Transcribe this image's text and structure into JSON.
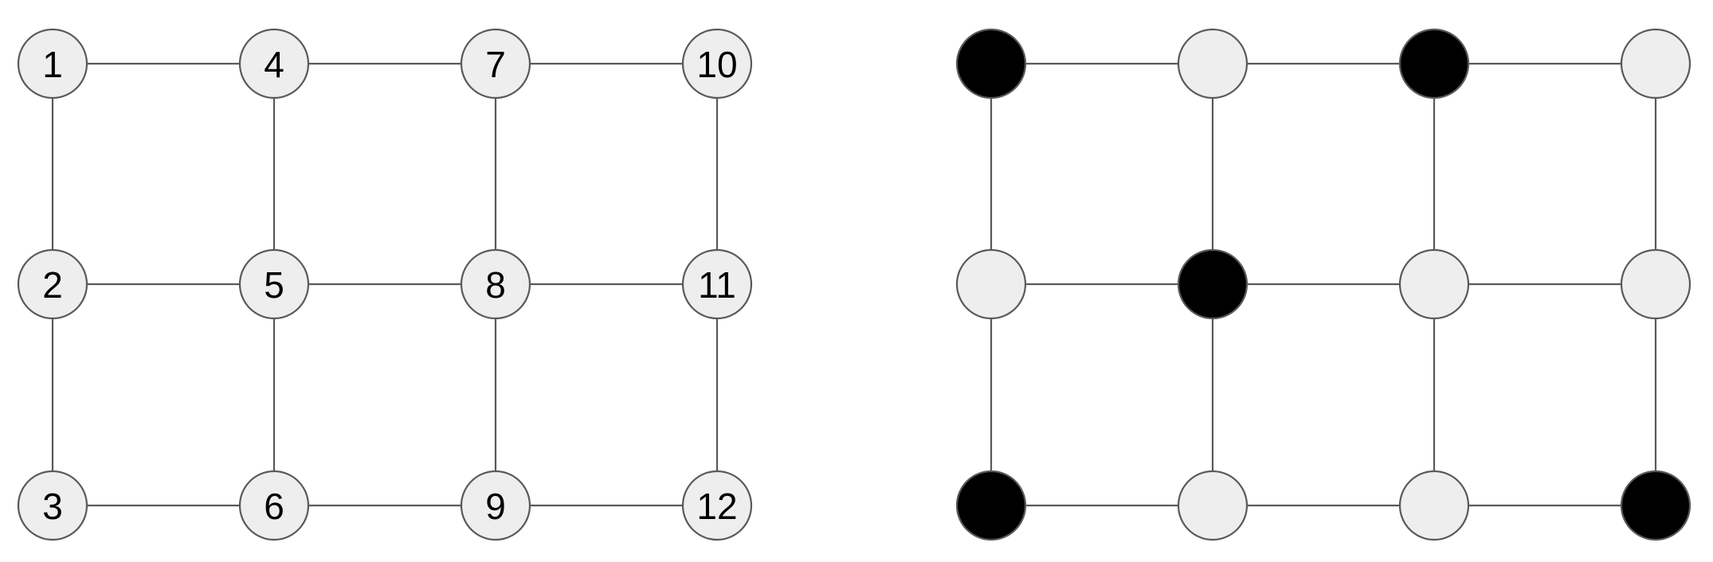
{
  "colors": {
    "edge": "#595959",
    "node_fill_light": "#eeeeee",
    "node_fill_dark": "#000000",
    "node_stroke": "#595959"
  },
  "left_graph": {
    "nodes": [
      {
        "id": 1,
        "label": "1"
      },
      {
        "id": 2,
        "label": "2"
      },
      {
        "id": 3,
        "label": "3"
      },
      {
        "id": 4,
        "label": "4"
      },
      {
        "id": 5,
        "label": "5"
      },
      {
        "id": 6,
        "label": "6"
      },
      {
        "id": 7,
        "label": "7"
      },
      {
        "id": 8,
        "label": "8"
      },
      {
        "id": 9,
        "label": "9"
      },
      {
        "id": 10,
        "label": "10"
      },
      {
        "id": 11,
        "label": "11"
      },
      {
        "id": 12,
        "label": "12"
      }
    ],
    "edges": [
      [
        1,
        4
      ],
      [
        4,
        7
      ],
      [
        7,
        10
      ],
      [
        2,
        5
      ],
      [
        5,
        8
      ],
      [
        8,
        11
      ],
      [
        3,
        6
      ],
      [
        6,
        9
      ],
      [
        9,
        12
      ],
      [
        1,
        2
      ],
      [
        2,
        3
      ],
      [
        4,
        5
      ],
      [
        5,
        6
      ],
      [
        7,
        8
      ],
      [
        8,
        9
      ],
      [
        10,
        11
      ],
      [
        11,
        12
      ]
    ]
  },
  "right_graph": {
    "nodes": [
      {
        "id": 1,
        "filled": true
      },
      {
        "id": 2,
        "filled": false
      },
      {
        "id": 3,
        "filled": true
      },
      {
        "id": 4,
        "filled": false
      },
      {
        "id": 5,
        "filled": true
      },
      {
        "id": 6,
        "filled": false
      },
      {
        "id": 7,
        "filled": true
      },
      {
        "id": 8,
        "filled": false
      },
      {
        "id": 9,
        "filled": false
      },
      {
        "id": 10,
        "filled": false
      },
      {
        "id": 11,
        "filled": false
      },
      {
        "id": 12,
        "filled": true
      }
    ],
    "edges": [
      [
        1,
        4
      ],
      [
        4,
        7
      ],
      [
        7,
        10
      ],
      [
        2,
        5
      ],
      [
        5,
        8
      ],
      [
        8,
        11
      ],
      [
        3,
        6
      ],
      [
        6,
        9
      ],
      [
        9,
        12
      ],
      [
        1,
        2
      ],
      [
        2,
        3
      ],
      [
        4,
        5
      ],
      [
        5,
        6
      ],
      [
        7,
        8
      ],
      [
        8,
        9
      ],
      [
        10,
        11
      ],
      [
        11,
        12
      ]
    ]
  }
}
